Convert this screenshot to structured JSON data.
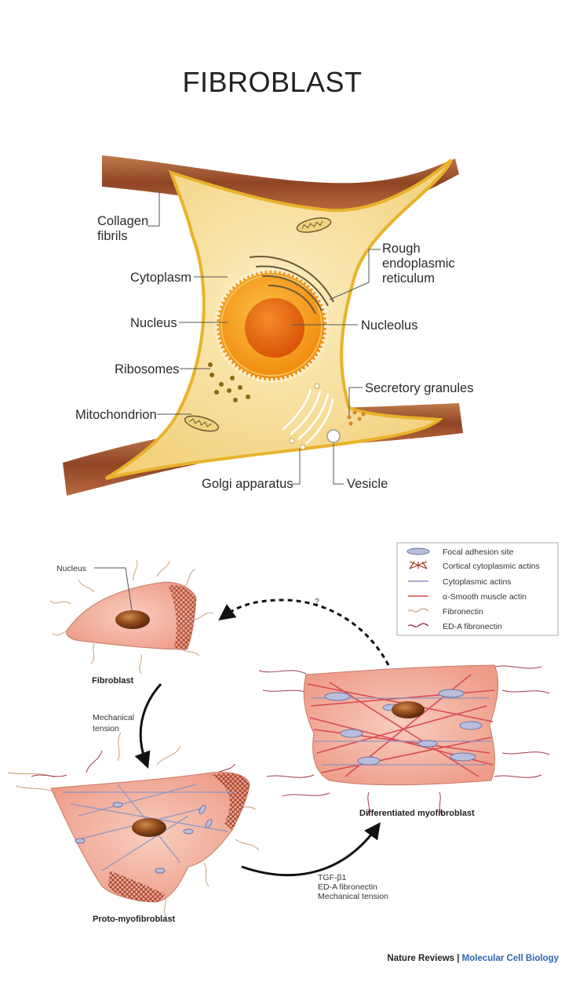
{
  "top": {
    "title": "FIBROBLAST",
    "labels": {
      "collagen_1": "Collagen",
      "collagen_2": "fibrils",
      "cytoplasm": "Cytoplasm",
      "nucleus": "Nucleus",
      "ribosomes": "Ribosomes",
      "mitochondrion": "Mitochondrion",
      "rer_1": "Rough",
      "rer_2": "endoplasmic",
      "rer_3": "reticulum",
      "nucleolus": "Nucleolus",
      "secretory": "Secretory granules",
      "golgi": "Golgi apparatus",
      "vesicle": "Vesicle"
    }
  },
  "bottom": {
    "legend": [
      {
        "label": "Focal adhesion site",
        "icon": "focal-adhesion-icon"
      },
      {
        "label": "Cortical cytoplasmic actins",
        "icon": "cortical-actin-icon"
      },
      {
        "label": "Cytoplasmic actins",
        "icon": "cytoplasmic-actin-icon"
      },
      {
        "label": "α-Smooth muscle actin",
        "icon": "smooth-muscle-actin-icon"
      },
      {
        "label": "Fibronectin",
        "icon": "fibronectin-icon"
      },
      {
        "label": "ED-A fibronectin",
        "icon": "eda-fibronectin-icon"
      }
    ],
    "nucleus_label": "Nucleus",
    "question_mark": "?",
    "fibroblast_label": "Fibroblast",
    "mechanical_1": "Mechanical",
    "mechanical_2": "tension",
    "proto_label": "Proto-myofibroblast",
    "diff_label": "Differentiated myofibroblast",
    "tgf_1": "TGF-β1",
    "tgf_2": "ED-A fibronectin",
    "tgf_3": "Mechanical tension",
    "credit_a": "Nature Reviews",
    "credit_sep": " | ",
    "credit_b": "Molecular Cell Biology"
  },
  "colors": {
    "collagen": "#a0522d",
    "cell_fill": "#f6dc9a",
    "cell_border": "#e8b32a",
    "nucleus": "#f59a12",
    "nucleolus": "#e4670f",
    "myo_cell": "#f2b3a4",
    "sm_actin": "#d94a55",
    "cyto_actin": "#8a95c4",
    "credit_blue": "#2c66b3"
  }
}
